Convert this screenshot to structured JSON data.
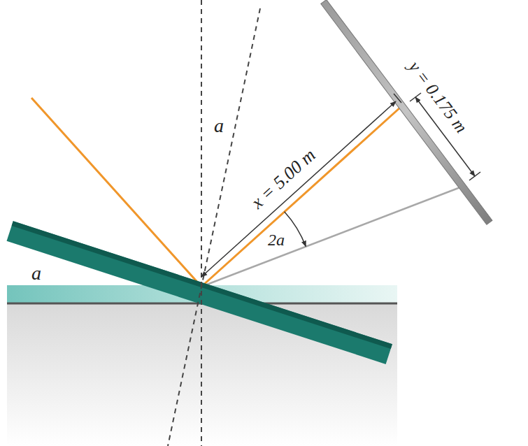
{
  "diagram": {
    "labels": [
      "a",
      "x = 5.00 m",
      "2a",
      "y = 0.175 m",
      "a"
    ]
  }
}
